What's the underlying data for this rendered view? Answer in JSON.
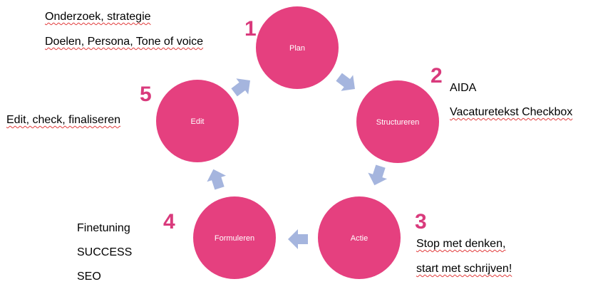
{
  "colors": {
    "node_fill": "#e5407f",
    "node_label": "#ffffff",
    "arrow_fill": "#a5b5de",
    "step_number": "#d93a7c",
    "text": "#000000",
    "spellcheck_underline": "#e23b3b"
  },
  "steps": [
    {
      "number": "1",
      "label": "Plan",
      "notes": [
        "Onderzoek, strategie",
        "Doelen, Persona, Tone of voice"
      ]
    },
    {
      "number": "2",
      "label": "Structureren",
      "notes": [
        "AIDA",
        "Vacaturetekst Checkbox"
      ]
    },
    {
      "number": "3",
      "label": "Actie",
      "notes": [
        "Stop met denken,",
        "start met schrijven!"
      ]
    },
    {
      "number": "4",
      "label": "Formuleren",
      "notes": [
        "Finetuning",
        "SUCCESS",
        "SEO"
      ]
    },
    {
      "number": "5",
      "label": "Edit",
      "notes": [
        "Edit, check, finaliseren"
      ]
    }
  ]
}
